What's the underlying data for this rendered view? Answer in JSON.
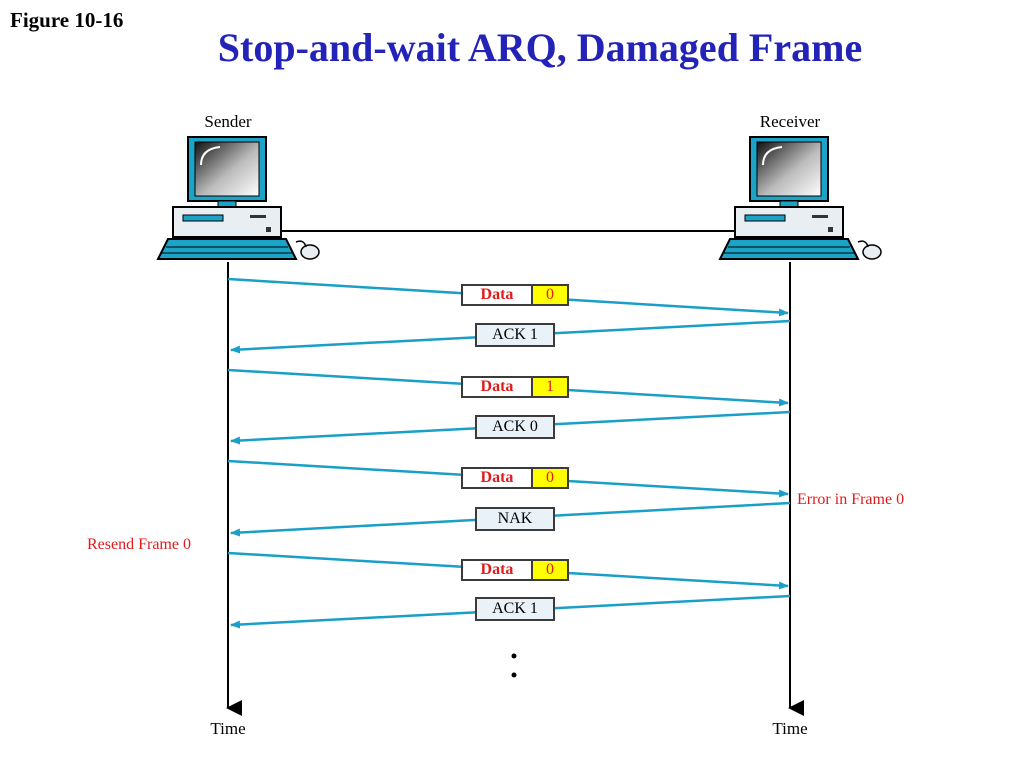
{
  "figure_label": "Figure 10-16",
  "title": "Stop-and-wait ARQ, Damaged Frame",
  "sender": {
    "label": "Sender",
    "time_label": "Time"
  },
  "receiver": {
    "label": "Receiver",
    "time_label": "Time"
  },
  "frames": [
    {
      "label": "Data",
      "seq": "0"
    },
    {
      "label": "Data",
      "seq": "1"
    },
    {
      "label": "Data",
      "seq": "0"
    },
    {
      "label": "Data",
      "seq": "0"
    }
  ],
  "acks": [
    {
      "label": "ACK 1"
    },
    {
      "label": "ACK 0"
    },
    {
      "label": "NAK"
    },
    {
      "label": "ACK 1"
    }
  ],
  "notes": {
    "error": "Error in Frame 0",
    "resend": "Resend Frame 0"
  },
  "colors": {
    "title": "#2323b8",
    "arrow": "#1a9fc9",
    "highlight_text": "#e01b1b",
    "seq_fill": "#ffff00",
    "ack_fill": "#e8f2f8"
  }
}
